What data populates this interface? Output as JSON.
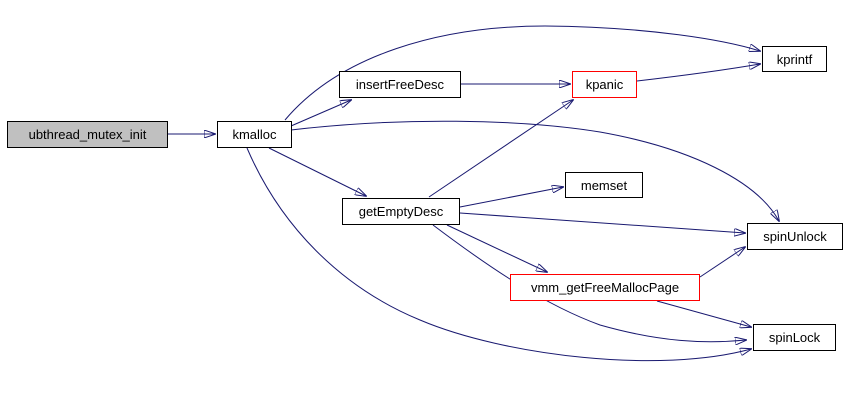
{
  "diagram": {
    "type": "call-graph",
    "colors": {
      "background": "#ffffff",
      "edge": "#191970",
      "node_border": "#000000",
      "truncated_node_border": "#ff0000",
      "root_node_fill": "#c0c0c0",
      "node_fill": "#ffffff",
      "text": "#000000"
    },
    "nodes": [
      {
        "id": "ubthread_mutex_init",
        "label": "ubthread_mutex_init",
        "style": "root"
      },
      {
        "id": "kmalloc",
        "label": "kmalloc",
        "style": "normal"
      },
      {
        "id": "insertFreeDesc",
        "label": "insertFreeDesc",
        "style": "normal"
      },
      {
        "id": "kpanic",
        "label": "kpanic",
        "style": "truncated"
      },
      {
        "id": "kprintf",
        "label": "kprintf",
        "style": "normal"
      },
      {
        "id": "getEmptyDesc",
        "label": "getEmptyDesc",
        "style": "normal"
      },
      {
        "id": "memset",
        "label": "memset",
        "style": "normal"
      },
      {
        "id": "vmm_getFreeMallocPage",
        "label": "vmm_getFreeMallocPage",
        "style": "truncated"
      },
      {
        "id": "spinUnlock",
        "label": "spinUnlock",
        "style": "normal"
      },
      {
        "id": "spinLock",
        "label": "spinLock",
        "style": "normal"
      }
    ],
    "edges": [
      {
        "from": "ubthread_mutex_init",
        "to": "kmalloc"
      },
      {
        "from": "kmalloc",
        "to": "kprintf"
      },
      {
        "from": "kmalloc",
        "to": "insertFreeDesc"
      },
      {
        "from": "kmalloc",
        "to": "spinUnlock"
      },
      {
        "from": "kmalloc",
        "to": "getEmptyDesc"
      },
      {
        "from": "kmalloc",
        "to": "spinLock"
      },
      {
        "from": "insertFreeDesc",
        "to": "kpanic"
      },
      {
        "from": "kpanic",
        "to": "kprintf"
      },
      {
        "from": "getEmptyDesc",
        "to": "kpanic"
      },
      {
        "from": "getEmptyDesc",
        "to": "memset"
      },
      {
        "from": "getEmptyDesc",
        "to": "spinUnlock"
      },
      {
        "from": "getEmptyDesc",
        "to": "vmm_getFreeMallocPage"
      },
      {
        "from": "getEmptyDesc",
        "to": "spinLock"
      },
      {
        "from": "vmm_getFreeMallocPage",
        "to": "spinUnlock"
      },
      {
        "from": "vmm_getFreeMallocPage",
        "to": "spinLock"
      }
    ]
  }
}
